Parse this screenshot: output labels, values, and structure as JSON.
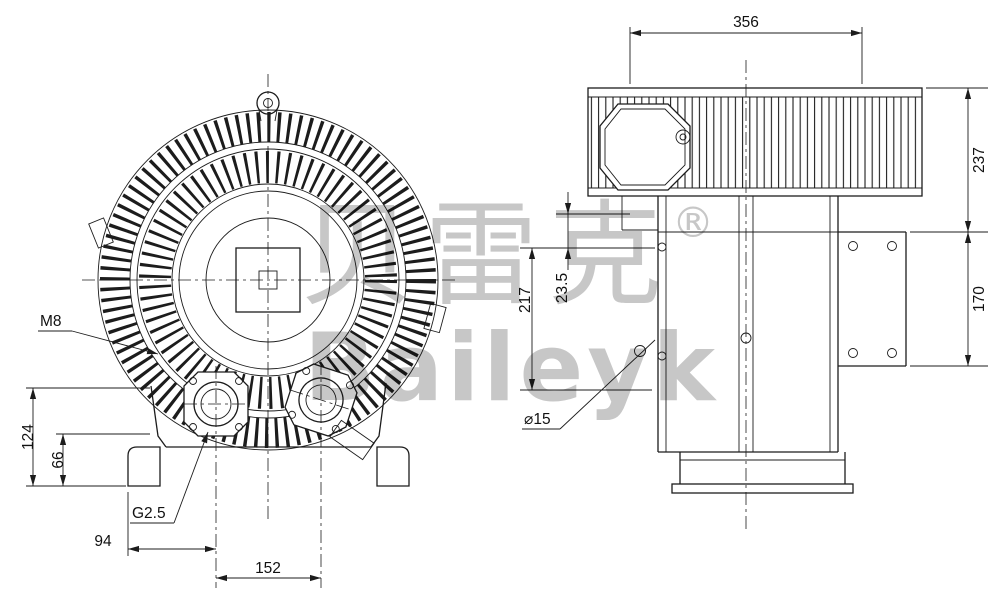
{
  "watermark": {
    "cjk": "贝雷克",
    "registered": "®",
    "latin": "Baileyk"
  },
  "front_view": {
    "labels": {
      "m8": "M8",
      "g25": "G2.5"
    },
    "dims": {
      "h124": "124",
      "h66": "66",
      "w94": "94",
      "w152": "152"
    }
  },
  "side_view": {
    "labels": {
      "hole": "⌀15"
    },
    "dims": {
      "w356": "356",
      "h237": "237",
      "h170": "170",
      "h217": "217",
      "h23_5": "23.5"
    }
  }
}
